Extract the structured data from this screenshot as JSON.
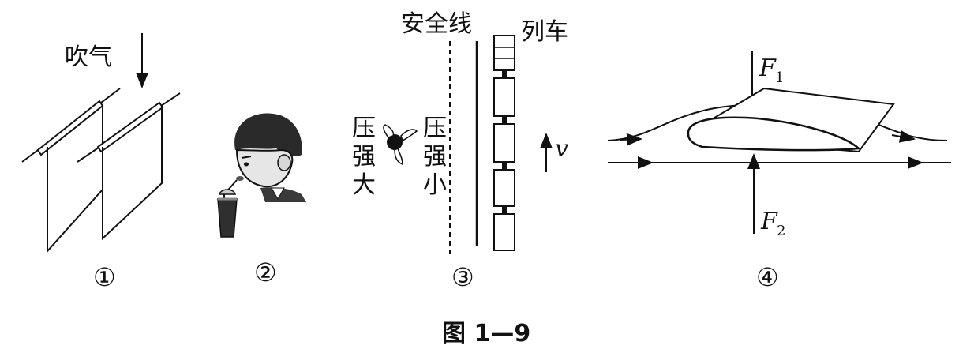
{
  "figure": {
    "caption": "图 1—9",
    "panel1": {
      "label": "吹气",
      "number": "①"
    },
    "panel2": {
      "number": "②"
    },
    "panel3": {
      "safety_line": "安全线",
      "train": "列车",
      "high_pressure": [
        "压",
        "强",
        "大"
      ],
      "low_pressure": [
        "压",
        "强",
        "小"
      ],
      "velocity": "v",
      "number": "③"
    },
    "panel4": {
      "force_top": "F",
      "force_top_sub": "1",
      "force_bottom": "F",
      "force_bottom_sub": "2",
      "number": "④"
    }
  }
}
